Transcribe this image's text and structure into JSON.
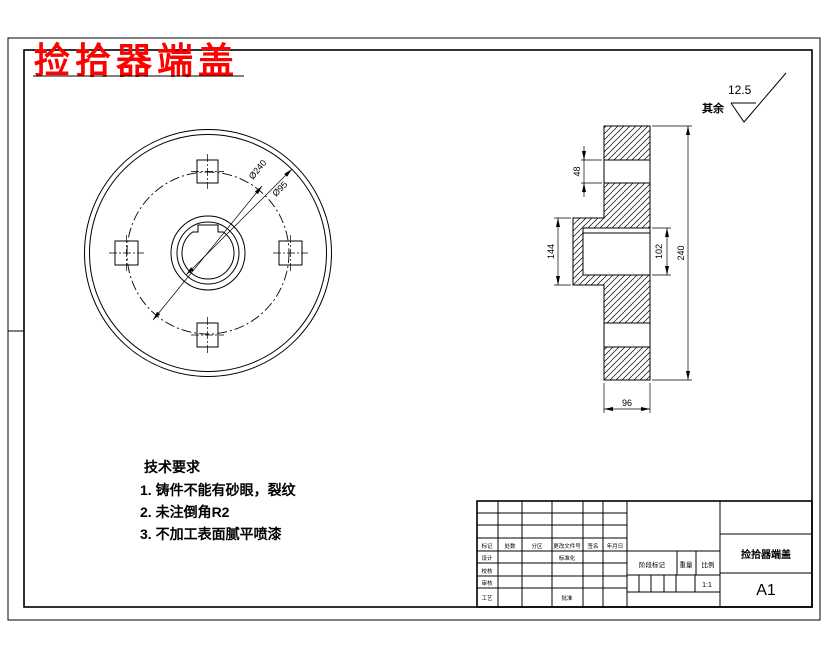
{
  "drawing_title": "捡拾器端盖",
  "surface_finish": {
    "scope_note": "其余",
    "roughness_value": "12.5"
  },
  "front_view": {
    "dim_bolt_circle": "Ø240",
    "dim_bore": "Ø95"
  },
  "section_view": {
    "dim_step": "48",
    "dim_hub_height": "144",
    "dim_bore": "102",
    "dim_outer": "240",
    "dim_width": "96"
  },
  "tech_requirements": {
    "heading": "技术要求",
    "item1": "1. 铸件不能有砂眼，裂纹",
    "item2": "2. 未注倒角R2",
    "item3": "3. 不加工表面腻平喷漆"
  },
  "title_block": {
    "col_labels": {
      "mark": "标记",
      "count": "处数",
      "zone": "分区",
      "change_file_no": "更改文件号",
      "signature": "签名",
      "date": "年月日"
    },
    "row_labels": {
      "design": "设计",
      "standardize": "标准化",
      "check": "校核",
      "review": "审核",
      "process": "工艺",
      "approve": "批准"
    },
    "stage_mark": "阶段标记",
    "weight": "重量",
    "scale": "比例",
    "scale_value": "1:1",
    "part_name": "捡拾器端盖",
    "sheet_size": "A1"
  },
  "colors": {
    "title_red": "#ff0000",
    "line": "#000000"
  }
}
